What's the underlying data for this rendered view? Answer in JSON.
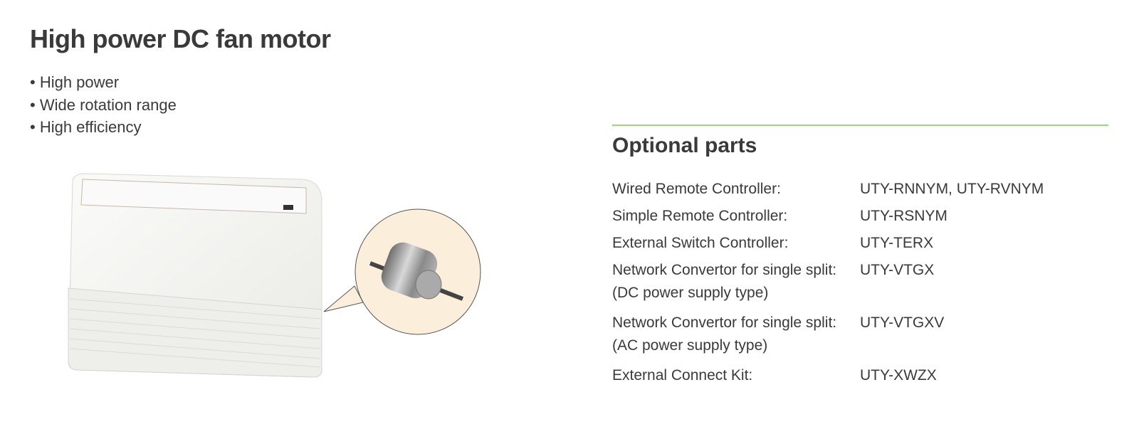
{
  "heading": "High power DC fan motor",
  "features": [
    "High power",
    "Wide rotation range",
    "High efficiency"
  ],
  "optional": {
    "title": "Optional parts",
    "items": [
      {
        "label": "Wired Remote Controller:",
        "sub": null,
        "value": "UTY-RNNYM, UTY-RVNYM"
      },
      {
        "label": "Simple Remote Controller:",
        "sub": null,
        "value": "UTY-RSNYM"
      },
      {
        "label": "External Switch Controller:",
        "sub": null,
        "value": "UTY-TERX"
      },
      {
        "label": "Network Convertor for single split:",
        "sub": "(DC power supply type)",
        "value": "UTY-VTGX"
      },
      {
        "label": "Network Convertor for single split:",
        "sub": "(AC power supply type)",
        "value": "UTY-VTGXV"
      },
      {
        "label": "External Connect Kit:",
        "sub": null,
        "value": "UTY-XWZX"
      }
    ]
  },
  "colors": {
    "accent_line": "#9fd282",
    "text": "#3a3a3a",
    "callout_bg": "#fbefdc"
  }
}
